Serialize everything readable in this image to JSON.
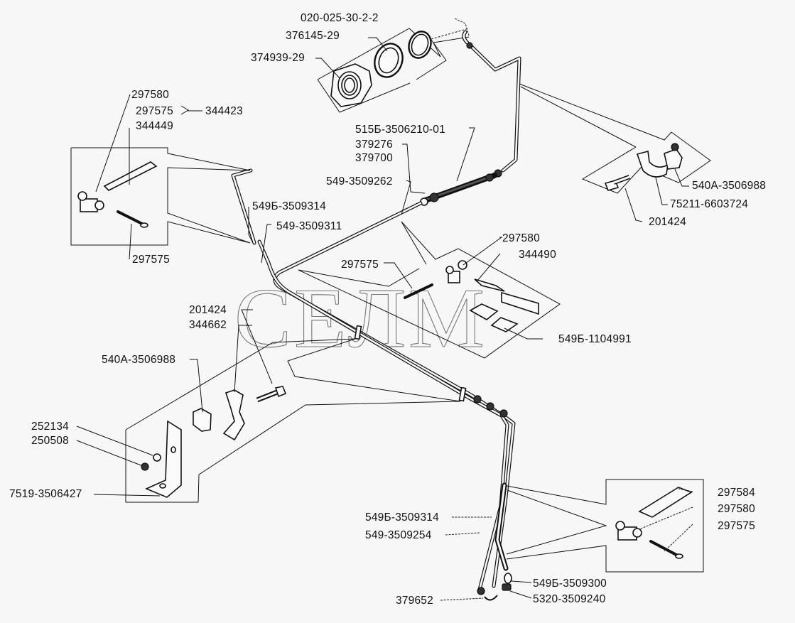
{
  "diagram": {
    "type": "exploded-parts-diagram",
    "watermark": "СЕЛМ",
    "labels": {
      "top_ring_small": "020-025-30-2-2",
      "top_ring_large": "376145-29",
      "top_nut": "374939-29",
      "ul_clip": "297580",
      "ul_pin": "297575",
      "ul_pad": "344449",
      "ul_kit": "344423",
      "ul_pin_bottom": "297575",
      "hose_upper": "515Б-3506210-01",
      "fitting_a": "379276",
      "fitting_b": "379700",
      "pipe_upper": "549-3509262",
      "ul_hose": "549Б-3509314",
      "pipe_left": "549-3509311",
      "r_clamp_top": "540А-3506988",
      "r_bracket": "75211-6603724",
      "r_bolt": "201424",
      "mid_clip": "297580",
      "mid_pad": "344490",
      "mid_pin": "297575",
      "mid_pads": "549Б-1104991",
      "l_bolt": "201424",
      "l_clamp": "344662",
      "l_clamp_block": "540А-3506988",
      "l_washer": "252134",
      "l_nut": "250508",
      "l_bracket": "7519-3506427",
      "lr_pad": "297584",
      "lr_clip": "297580",
      "lr_pin": "297575",
      "lb_hose": "549Б-3509314",
      "lb_pipe": "549-3509254",
      "lb_fitting": "549Б-3509300",
      "lb_elbow": "5320-3509240",
      "lb_tee": "379652"
    }
  }
}
